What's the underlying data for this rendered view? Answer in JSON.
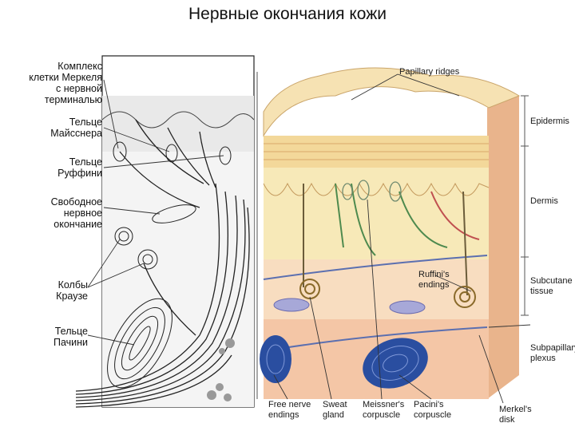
{
  "title": "Нервные окончания кожи",
  "left_labels": {
    "merkel": [
      "Комплекс",
      "клетки Меркеля",
      "с нервной",
      "терминалью"
    ],
    "meissner": [
      "Тельце",
      "Майсснера"
    ],
    "ruffini": [
      "Тельце",
      "Руффини"
    ],
    "free": [
      "Свободное",
      "нервное",
      "окончание"
    ],
    "krause": [
      "Колбы",
      "Краузе"
    ],
    "pacini": [
      "Тельце",
      "Пачини"
    ]
  },
  "right_labels": {
    "papillary": "Papillary ridges",
    "epidermis": "Epidermis",
    "dermis": "Dermis",
    "subcutaneous": [
      "Subcutane",
      "tissue"
    ],
    "subpapillary": [
      "Subpapillary",
      "plexus"
    ],
    "ruffini_endings": [
      "Ruffini's",
      "endings"
    ],
    "free_nerve": [
      "Free nerve",
      "endings"
    ],
    "sweat": [
      "Sweat",
      "gland"
    ],
    "meissner_corpuscle": [
      "Meissner's",
      "corpuscle"
    ],
    "pacini_corpuscle": [
      "Pacini's",
      "corpuscle"
    ],
    "merkel_disk": [
      "Merkel's",
      "disk"
    ]
  }
}
